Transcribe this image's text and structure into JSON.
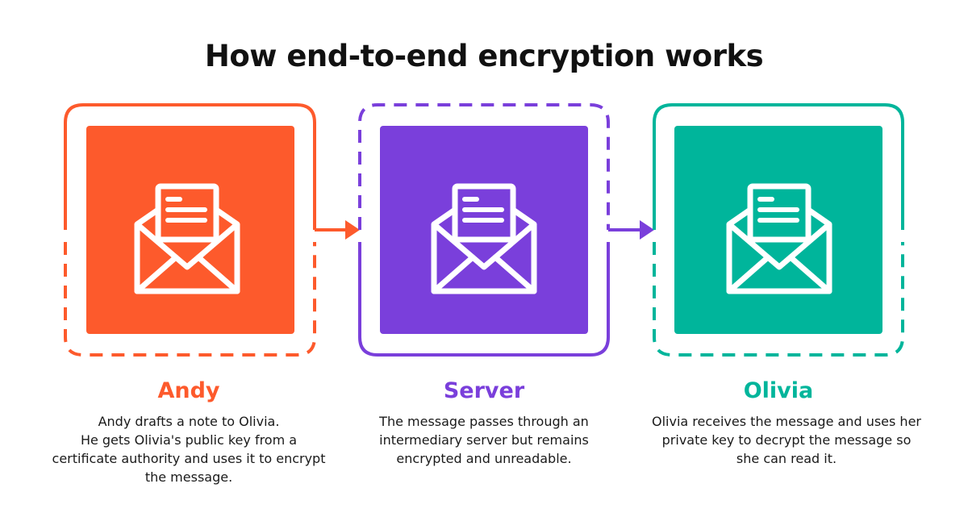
{
  "title": "How end-to-end encryption works",
  "colors": {
    "andy": "#FD5A2C",
    "server": "#7A3FDB",
    "olivia": "#00B59B"
  },
  "steps": [
    {
      "name": "Andy",
      "icon": "open-envelope-letter-icon",
      "description": "Andy drafts a note to Olivia.\nHe gets Olivia's public key from a certificate authority and uses it to encrypt the message."
    },
    {
      "name": "Server",
      "icon": "open-envelope-letter-icon",
      "description": "The message passes through an intermediary server but remains encrypted and unreadable."
    },
    {
      "name": "Olivia",
      "icon": "open-envelope-letter-icon",
      "description": "Olivia receives the message and uses her private key to decrypt the message so she can read it."
    }
  ]
}
